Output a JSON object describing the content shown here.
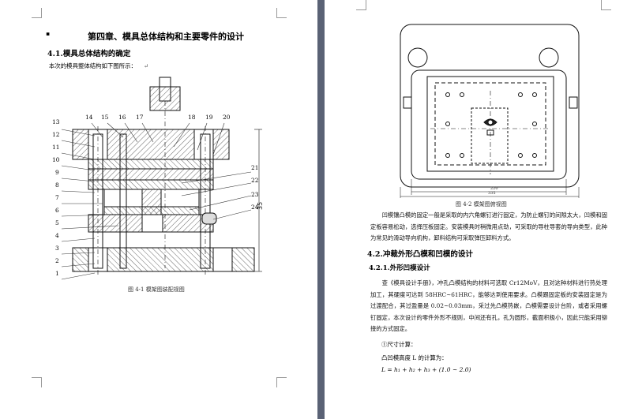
{
  "left_page": {
    "chapter_title": "第四章、模具总体结构和主要零件的设计",
    "section_4_1": "4.1.模具总体结构的确定",
    "intro_text": "本次的模具整体结构如下图所示：",
    "figure_caption": "图 4-1  模架图装配视图",
    "part_labels": [
      "1",
      "2",
      "3",
      "4",
      "5",
      "6",
      "7",
      "8",
      "9",
      "10",
      "11",
      "12",
      "13",
      "14",
      "15",
      "16",
      "17",
      "18",
      "19",
      "20",
      "21",
      "22",
      "23",
      "24"
    ]
  },
  "right_page": {
    "figure_caption": "图 4-2  模架图俯视图",
    "dimension_labels": {
      "width": "220",
      "height": "335"
    },
    "paragraph_1": "凹模镶凸模的固定一般是采取的内六角螺钉进行固定，为防止螺钉的间隙太大，凹模和固定板容易松动，选择压板固定。安装模具时稍微用点劲，可采取的导柱导套的导向类型，此种为常见的滑动导向机构，卸料结构可采取弹压卸料方式。",
    "section_4_2": "4.2.冲裁外形凸模和凹模的设计",
    "section_4_2_1": "4.2.1.外形凹模设计",
    "paragraph_2": "查《模具设计手册》，冲孔凸模结构的材料可选取 Cr12MoV，且对这种材料进行热处理加工，其硬度可达到 58HRC~61HRC，能够达到使用要求。凸模跟固定板的安装固定是为过渡配合，其过盈量是 0.02~0.03mm，采过先凸模热嵌，凸模需要设计台阶，或者采用螺钉固定，本次设计的零件外形不规则，中间还有孔，孔为圆形，截面积极小，因此只能采用铆接的方式固定。",
    "list_item_1": "①尺寸计算：",
    "formula_intro": "凸凹模高度 L 的计算为：",
    "formula": "L = h₁ + h₂ + h₃ + (1.0 ~ 2.0)"
  }
}
